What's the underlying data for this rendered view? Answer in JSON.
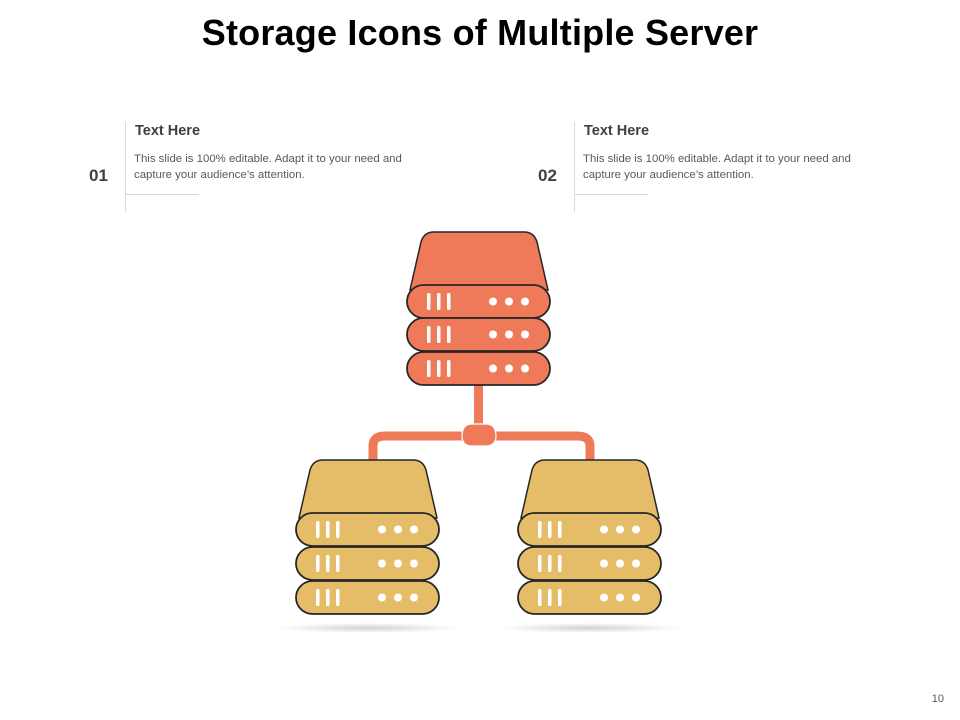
{
  "slide": {
    "title": "Storage Icons of Multiple Server",
    "page_number": "10"
  },
  "text_blocks": [
    {
      "number": "01",
      "heading": "Text Here",
      "body": "This slide is 100% editable. Adapt it to your need and capture your audience’s attention."
    },
    {
      "number": "02",
      "heading": "Text Here",
      "body": "This slide is 100% editable. Adapt it to your need and capture your audience’s attention."
    }
  ],
  "colors": {
    "top_server": "#EF7A5A",
    "bottom_servers": "#E5BC68",
    "connector": "#EF7A5A",
    "outline": "#262626",
    "text_dark": "#404040",
    "text_body": "#595959"
  },
  "icons": [
    "server-stack-icon",
    "network-connector-icon"
  ]
}
